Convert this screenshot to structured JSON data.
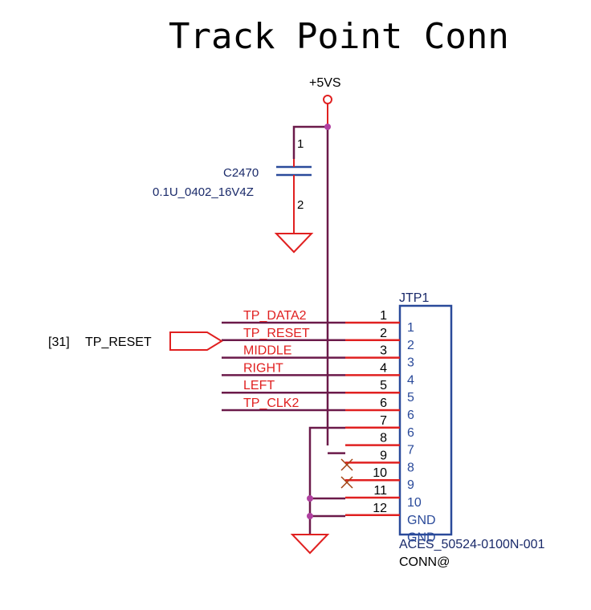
{
  "title": "Track Point Conn",
  "power": {
    "label": "+5VS"
  },
  "capacitor": {
    "ref": "C2470",
    "value": "0.1U_0402_16V4Z",
    "pin1": "1",
    "pin2": "2"
  },
  "offpage": {
    "sheet": "[31]",
    "net": "TP_RESET"
  },
  "connector": {
    "ref": "JTP1",
    "part": "ACES_50524-0100N-001",
    "attr": "CONN@",
    "pins": [
      {
        "num": "1",
        "label": "1",
        "net": "TP_DATA2"
      },
      {
        "num": "2",
        "label": "2",
        "net": "TP_RESET"
      },
      {
        "num": "3",
        "label": "3",
        "net": "MIDDLE"
      },
      {
        "num": "4",
        "label": "4",
        "net": "RIGHT"
      },
      {
        "num": "5",
        "label": "5",
        "net": "LEFT"
      },
      {
        "num": "6",
        "label": "6",
        "net": "TP_CLK2"
      },
      {
        "num": "7",
        "label": "6",
        "net": ""
      },
      {
        "num": "8",
        "label": "7",
        "net": ""
      },
      {
        "num": "9",
        "label": "8",
        "net": ""
      },
      {
        "num": "10",
        "label": "9",
        "net": ""
      },
      {
        "num": "11",
        "label": "10",
        "net": ""
      },
      {
        "num": "12",
        "label": "GND",
        "net": ""
      },
      {
        "num": "",
        "label": "GND",
        "net": ""
      }
    ]
  },
  "colors": {
    "wire": "#6b1a4a",
    "pin": "#e02020",
    "net_label": "#e02020",
    "component": "#2a4a9a",
    "text_blue": "#1a2a6a",
    "junction": "#b040a0",
    "noconnect": "#a04010"
  }
}
